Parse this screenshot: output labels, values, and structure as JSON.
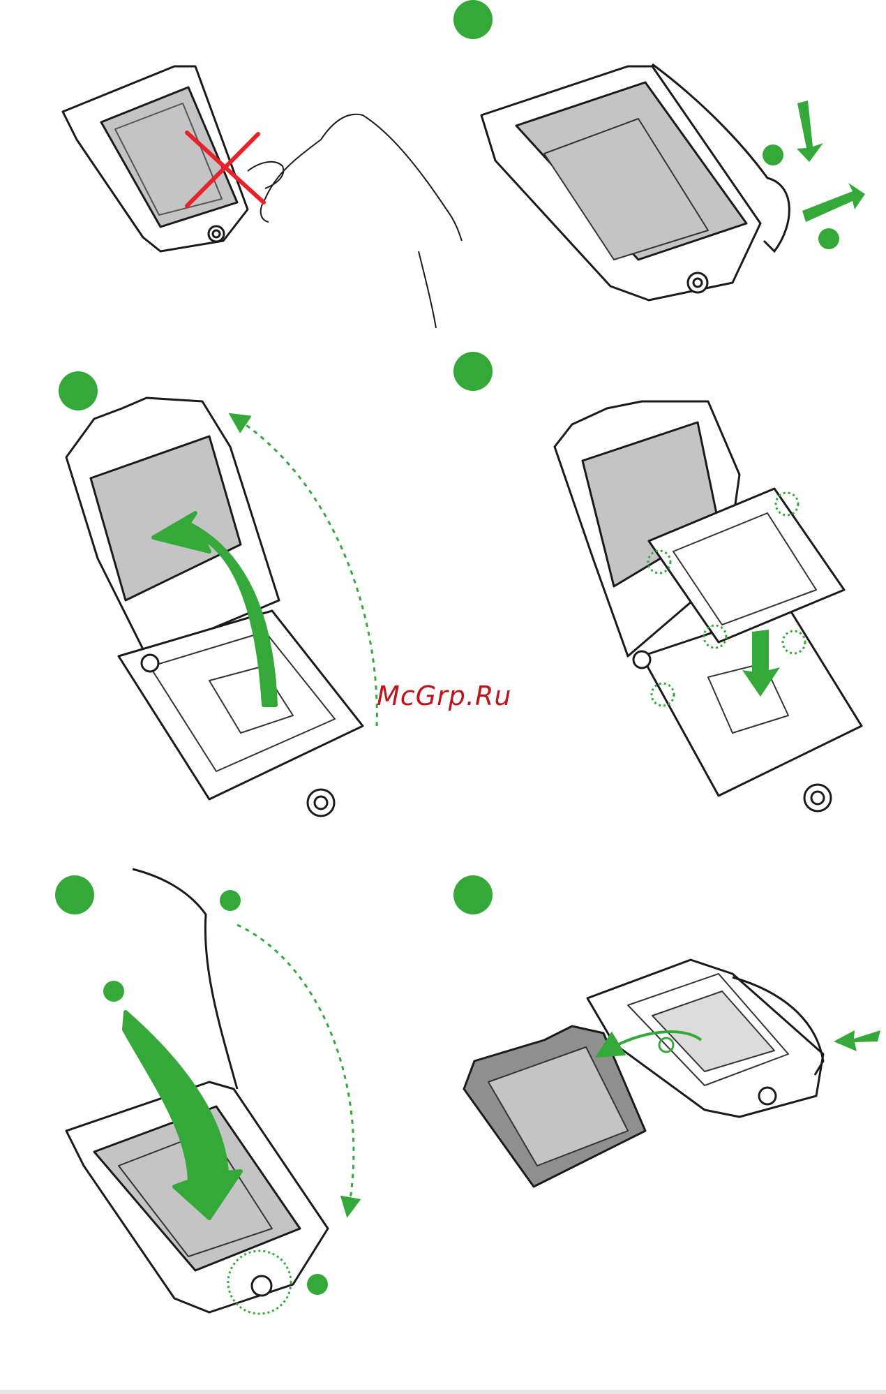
{
  "watermark": {
    "text": "McGrp.Ru"
  },
  "colors": {
    "accent_green": "#35a83a",
    "warning_red": "#e8222a",
    "cover_gray": "#b9b9b9",
    "line": "#1a1a1a"
  },
  "panels": [
    {
      "id": "step-warning",
      "icon": "hand-touch-no-icon",
      "badge": false
    },
    {
      "id": "step-release-lever",
      "icon": "lever-release-icon",
      "badge": true
    },
    {
      "id": "step-lift-plate",
      "icon": "lift-plate-icon",
      "badge": true
    },
    {
      "id": "step-insert-cpu",
      "icon": "insert-cpu-icon",
      "badge": true
    },
    {
      "id": "step-close-lever",
      "icon": "close-lever-icon",
      "badge": true
    },
    {
      "id": "step-remove-cap",
      "icon": "remove-cap-icon",
      "badge": true
    }
  ]
}
